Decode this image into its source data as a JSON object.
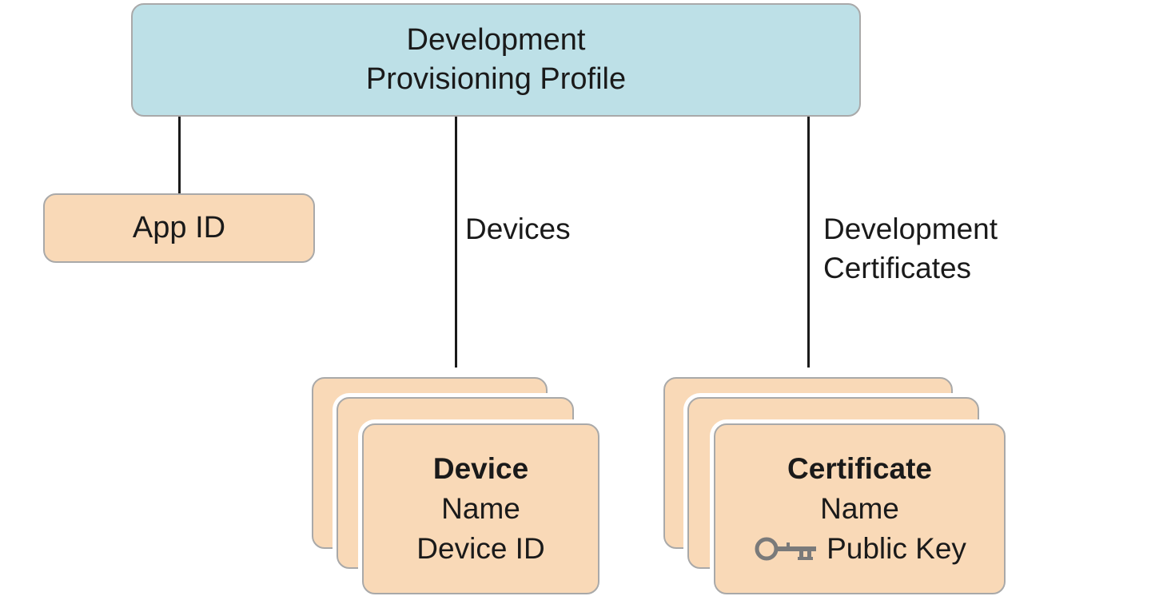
{
  "profile": {
    "line1": "Development",
    "line2": "Provisioning Profile"
  },
  "app_id": {
    "label": "App ID"
  },
  "devices": {
    "connector_label": "Devices",
    "card_title": "Device",
    "card_line1": "Name",
    "card_line2": "Device ID"
  },
  "certificates": {
    "connector_label_line1": "Development",
    "connector_label_line2": "Certificates",
    "card_title": "Certificate",
    "card_line1": "Name",
    "card_line2": "Public Key",
    "key_icon": "key-icon"
  },
  "colors": {
    "profile_fill": "#bde0e7",
    "card_fill": "#f9d9b7",
    "border": "#a9a9a9",
    "line": "#1a1a1a",
    "key_icon": "#7a7a7a"
  }
}
